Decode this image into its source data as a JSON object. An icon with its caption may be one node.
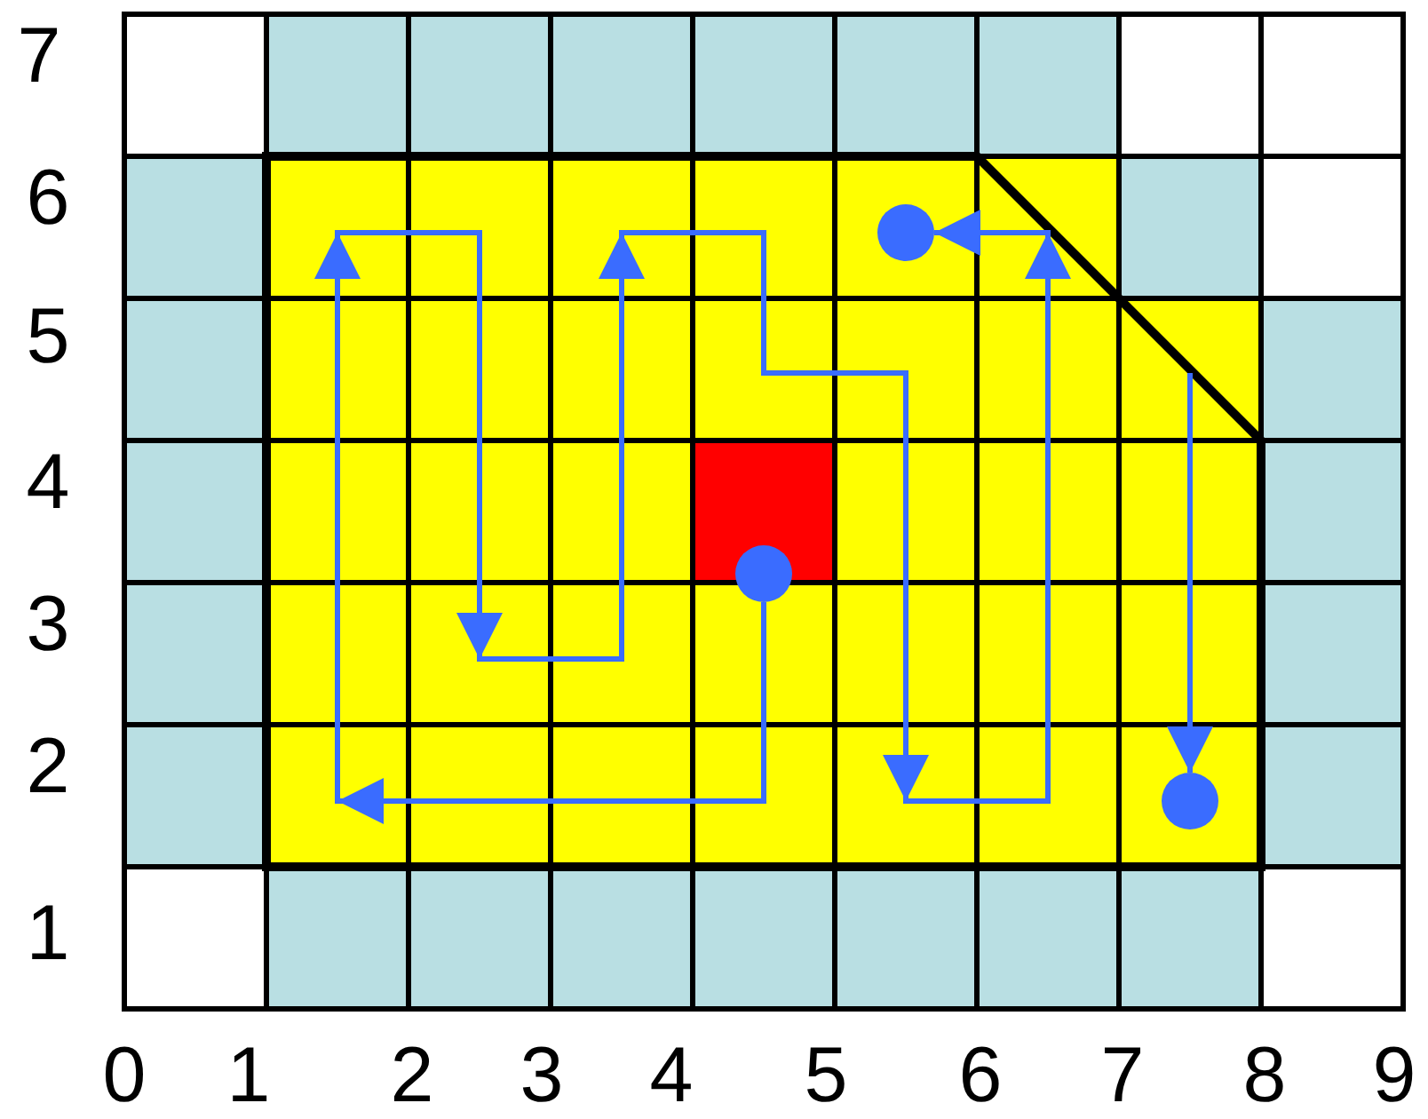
{
  "diagram": {
    "nodes": [
      {
        "text": [],
        "shape": "circle"
      },
      {
        "text": [],
        "shape": "circle"
      },
      {
        "text": [],
        "shape": "circle"
      }
    ],
    "edges": [
      {
        "from": 0,
        "to": 1,
        "arrow": "to"
      },
      {
        "from": null,
        "to": 2,
        "arrow": "to"
      }
    ],
    "labels": [
      "7",
      "6",
      "5",
      "4",
      "3",
      "2",
      "1",
      "0",
      "1",
      "2",
      "3",
      "4",
      "5",
      "6",
      "7",
      "8",
      "9"
    ]
  }
}
